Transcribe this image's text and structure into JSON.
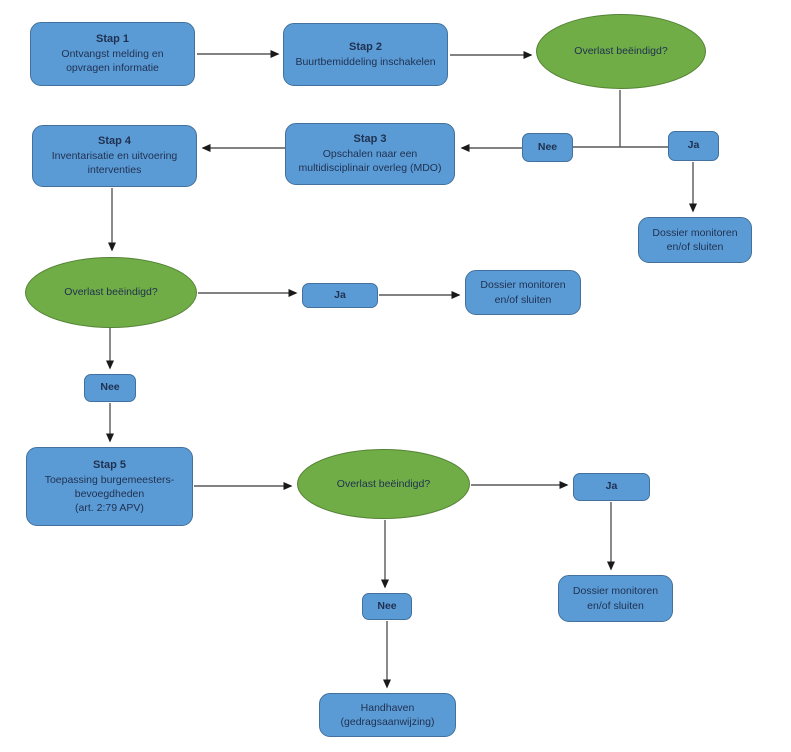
{
  "nodes": {
    "stap1": {
      "title": "Stap 1",
      "body": "Ontvangst melding en\nopvragen informatie"
    },
    "stap2": {
      "title": "Stap 2",
      "body": "Buurtbemiddeling inschakelen"
    },
    "decision1": {
      "label": "Overlast beëindigd?"
    },
    "stap3": {
      "title": "Stap 3",
      "body": "Opschalen naar een\nmultidisciplinair overleg (MDO)"
    },
    "stap4": {
      "title": "Stap 4",
      "body": "Inventarisatie en uitvoering\ninterventies"
    },
    "nee1": {
      "label": "Nee"
    },
    "ja1": {
      "label": "Ja"
    },
    "dossier1": {
      "label": "Dossier monitoren\nen/of sluiten"
    },
    "decision2": {
      "label": "Overlast beëindigd?"
    },
    "ja2": {
      "label": "Ja"
    },
    "dossier2": {
      "label": "Dossier monitoren\nen/of sluiten"
    },
    "nee2": {
      "label": "Nee"
    },
    "stap5": {
      "title": "Stap 5",
      "body": "Toepassing burgemeesters-\nbevoegdheden\n(art. 2:79 APV)"
    },
    "decision3": {
      "label": "Overlast beëindigd?"
    },
    "ja3": {
      "label": "Ja"
    },
    "dossier3": {
      "label": "Dossier monitoren\nen/of sluiten"
    },
    "nee3": {
      "label": "Nee"
    },
    "handhaven": {
      "label": "Handhaven\n(gedragsaanwijzing)"
    }
  },
  "colors": {
    "box_fill": "#5b9bd5",
    "box_border": "#41719c",
    "ellipse_fill": "#70ad47",
    "ellipse_border": "#548235",
    "connector": "#595959",
    "arrowhead": "#1a1a1a",
    "text": "#1f3050",
    "background": "#ffffff"
  }
}
